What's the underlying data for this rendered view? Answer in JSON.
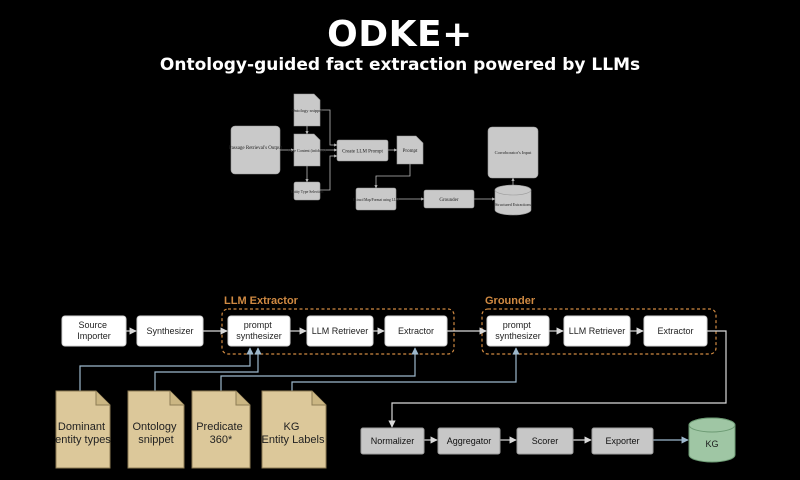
{
  "header": {
    "title": "ODKE+",
    "subtitle": "Ontology-guided fact extraction powered by LLMs"
  },
  "upper_diagram": {
    "passage_retrieval_output": "Passage Retrieval's Output",
    "ontology_snippet": "Ontology snippet",
    "page_content": "Page Content (infobox)",
    "entity_type_selection": "Entity Type Selection",
    "create_llm_prompt": "Create LLM Prompt",
    "prompt": "Prompt",
    "corroborator_input": "Corroborator's Input",
    "extract_map_format": "Extract/Map/Format using LLM",
    "grounder": "Grounder",
    "structured_extractions": "Structured Extractions"
  },
  "pipeline": {
    "source_importer": "Source Importer",
    "synthesizer": "Synthesizer",
    "llm_extractor_group": "LLM Extractor",
    "grounder_group": "Grounder",
    "prompt_synthesizer_1": "prompt synthesizer",
    "llm_retriever_1": "LLM Retriever",
    "extractor_1": "Extractor",
    "prompt_synthesizer_2": "prompt synthesizer",
    "llm_retriever_2": "LLM Retriever",
    "extractor_2": "Extractor",
    "normalizer": "Normalizer",
    "aggregator": "Aggregator",
    "scorer": "Scorer",
    "exporter": "Exporter",
    "kg": "KG"
  },
  "resources": {
    "dominant_entity_types": "Dominant entity types",
    "ontology_snippet": "Ontology snippet",
    "predicate_360": "Predicate 360*",
    "kg_entity_labels": "KG Entity Labels"
  },
  "colors": {
    "group_outline": "#d08a42",
    "document_fill": "#dcc89a",
    "kg_fill": "#9fc6a4"
  }
}
